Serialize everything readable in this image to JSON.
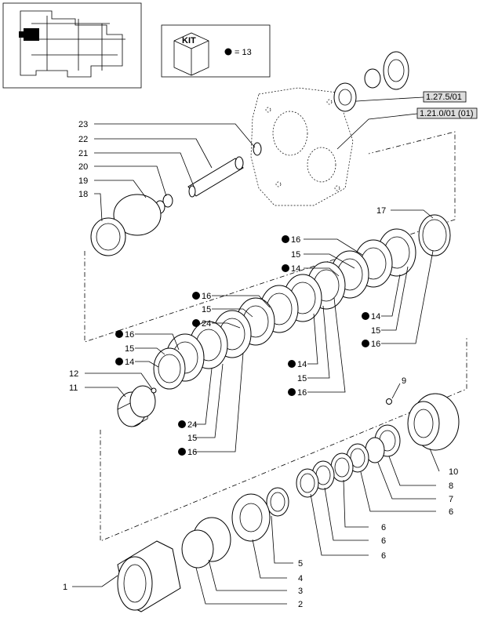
{
  "kit_box": {
    "label": "KIT",
    "equals_text": "= 13"
  },
  "references": [
    "1.27.5/01",
    "1.21.0/01 (01)"
  ],
  "callouts": {
    "c23": "23",
    "c22": "22",
    "c21": "21",
    "c20": "20",
    "c19": "19",
    "c18": "18",
    "c17": "17",
    "c12": "12",
    "c11": "11",
    "c9": "9",
    "c10": "10",
    "c8": "8",
    "c7": "7",
    "c6a": "6",
    "c6b": "6",
    "c6c": "6",
    "c6d": "6",
    "c5": "5",
    "c4": "4",
    "c3": "3",
    "c2": "2",
    "c1": "1",
    "u16a": "16",
    "u15a": "15",
    "u14a": "14",
    "m16a": "16",
    "m15a": "15",
    "m24a": "24",
    "l16a": "16",
    "l15a": "15",
    "l14a": "14",
    "r14a": "14",
    "r15a": "15",
    "r16a": "16",
    "c14b": "14",
    "c15b": "15",
    "c16b": "16",
    "b24": "24",
    "b15": "15",
    "b16": "16"
  }
}
